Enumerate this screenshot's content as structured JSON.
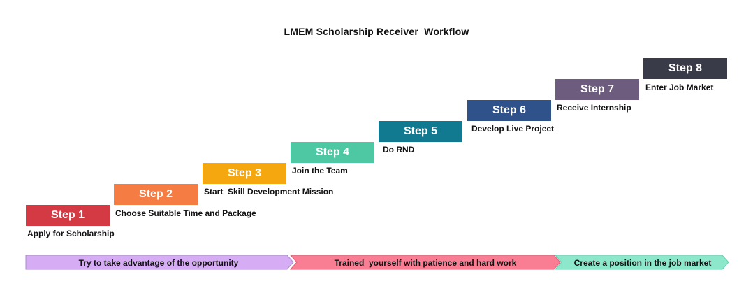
{
  "title": "LMEM Scholarship Receiver  Workflow",
  "steps": [
    {
      "label": "Step 1",
      "description": "Apply for Scholarship",
      "color": "#d33a43"
    },
    {
      "label": "Step 2",
      "description": "Choose Suitable Time and Package",
      "color": "#f57c42"
    },
    {
      "label": "Step 3",
      "description": "Start  Skill Development Mission",
      "color": "#f5a70f"
    },
    {
      "label": "Step 4",
      "description": "Join the Team",
      "color": "#4ec8a3"
    },
    {
      "label": "Step 5",
      "description": "Do RND",
      "color": "#127a90"
    },
    {
      "label": "Step 6",
      "description": "Develop Live Project",
      "color": "#2f528b"
    },
    {
      "label": "Step 7",
      "description": "Receive Internship",
      "color": "#6d5c7d"
    },
    {
      "label": "Step 8",
      "description": "Enter Job Market",
      "color": "#3a3b48"
    }
  ],
  "phases": [
    {
      "label": "Try to take advantage of the opportunity",
      "color": "#d6acf5",
      "border": "#a98ad0"
    },
    {
      "label": "Trained  yourself with patience and hard work",
      "color": "#f97d93",
      "border": "#e45b77"
    },
    {
      "label": "Create a position in the job market",
      "color": "#8de8cb",
      "border": "#5fd2b0"
    }
  ]
}
